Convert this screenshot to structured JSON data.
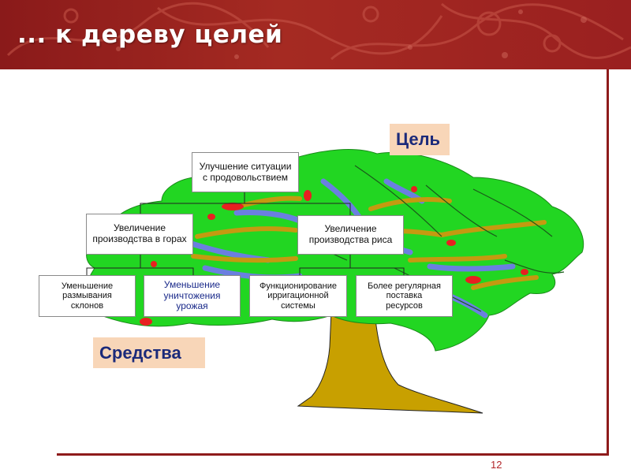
{
  "slide": {
    "title": "... к дереву целей",
    "page_number": "12"
  },
  "labels": {
    "goal": "Цель",
    "means": "Средства"
  },
  "boxes": {
    "top": "Улучшение ситуации\nс продовольствием",
    "mid_left": "Увеличение\nпроизводства в горах",
    "mid_right": "Увеличение\nпроизводства риса",
    "b1": "Уменьшение\nразмывания\nсклонов",
    "b2": "Уменьшение\nуничтожения\nурожая",
    "b3": "Функционирование\nирригационной\nсистемы",
    "b4": "Более регулярная\nпоставка\nресурсов"
  },
  "colors": {
    "header": "#9a2020",
    "foliage": "#22d622",
    "trunk": "#c8a000",
    "branch_blue": "#6b7fe0",
    "branch_brown": "#c49a10",
    "fruit": "#e82020",
    "label_bg": "#f8d6b8",
    "label_text": "#1b2a7a"
  }
}
